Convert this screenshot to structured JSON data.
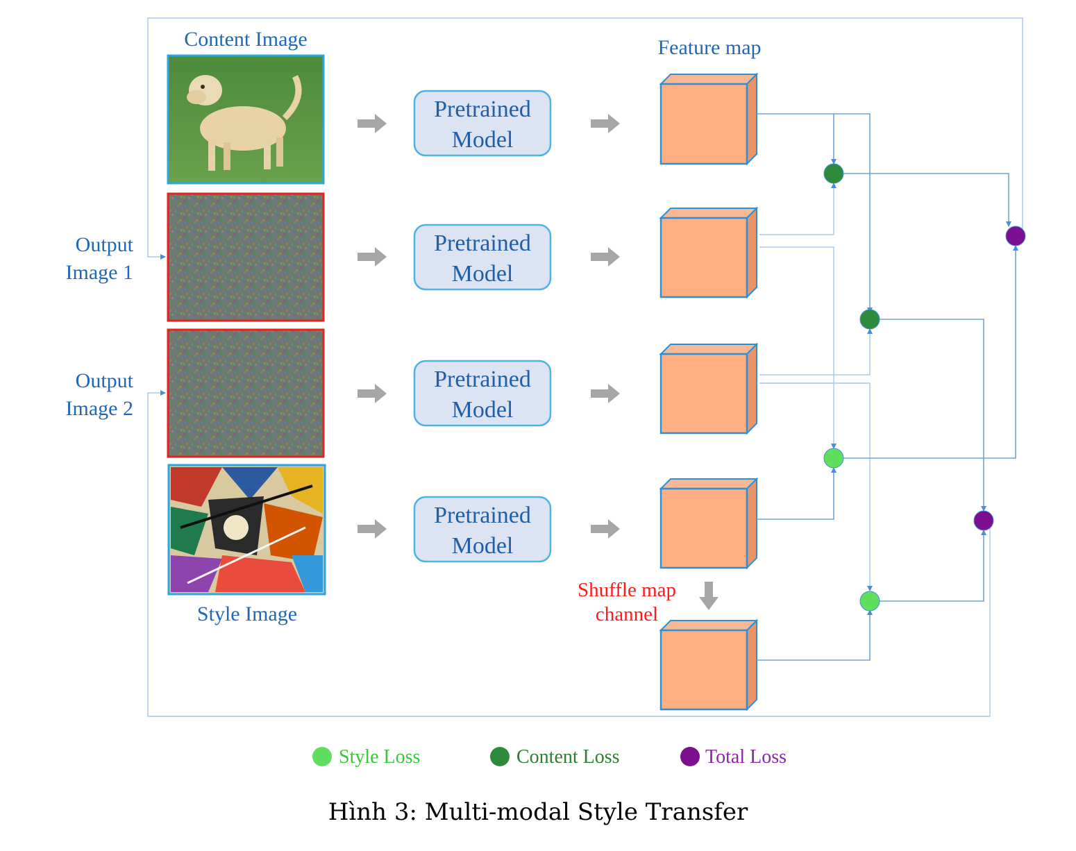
{
  "labels": {
    "content_image": "Content Image",
    "style_image": "Style Image",
    "feature_map": "Feature map",
    "output_image_1": [
      "Output",
      "Image 1"
    ],
    "output_image_2": [
      "Output",
      "Image 2"
    ],
    "pretrained_model": [
      "Pretrained",
      "Model"
    ],
    "shuffle": [
      "Shuffle map",
      "channel"
    ]
  },
  "legend": [
    {
      "label": "Style Loss",
      "color": "#5ee05e"
    },
    {
      "label": "Content Loss",
      "color": "#2e8b3c"
    },
    {
      "label": "Total Loss",
      "color": "#7b0f8f"
    }
  ],
  "caption": "Hình 3: Multi-modal Style Transfer",
  "colors": {
    "cube_front": "#ffae84",
    "cube_edge": "#2d8fd6",
    "model_fill": "#dce3f3",
    "model_stroke": "#4db3e6",
    "output_border": "#e8201e",
    "image_border": "#2aa6e0",
    "style_loss": "#5ee05e",
    "content_loss": "#2e8b3c",
    "total_loss": "#7b0f8f"
  },
  "icons": {
    "content_image": "dog-photo",
    "output_images": "noise-image",
    "style_image": "abstract-painting"
  }
}
